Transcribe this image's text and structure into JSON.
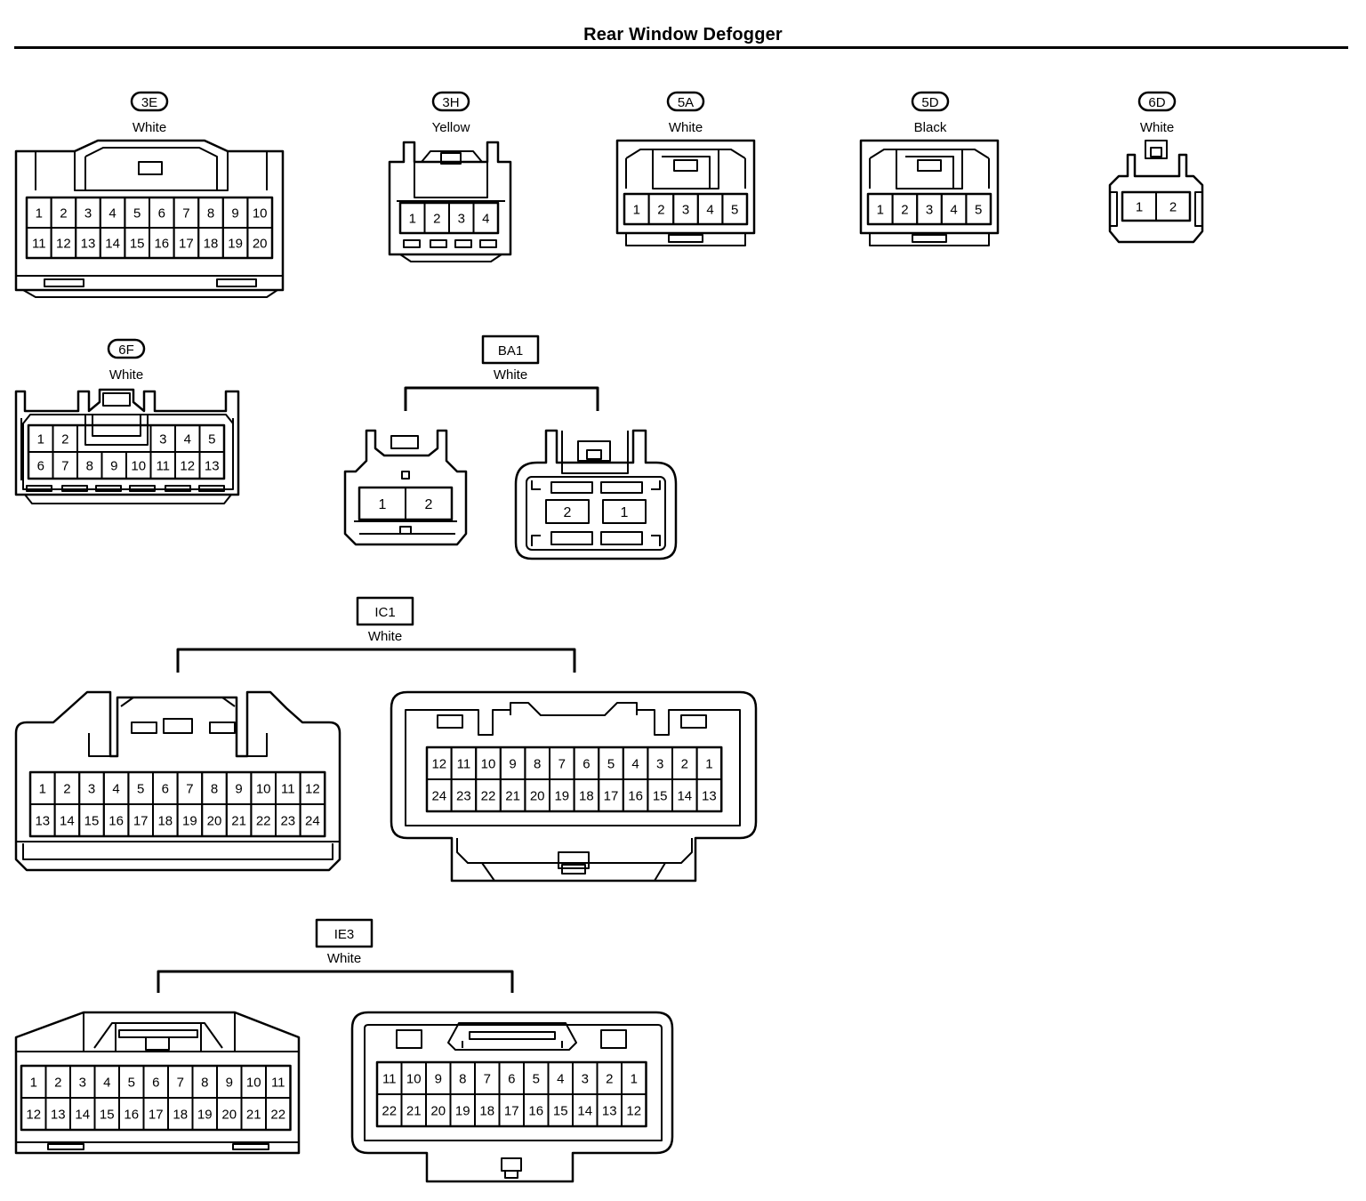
{
  "title": "Rear Window Defogger",
  "connectors": [
    {
      "id": "3E",
      "color": "White",
      "label_style": "oval",
      "views": [
        {
          "rows": [
            [
              "1",
              "2",
              "3",
              "4",
              "5",
              "6",
              "7",
              "8",
              "9",
              "10"
            ],
            [
              "11",
              "12",
              "13",
              "14",
              "15",
              "16",
              "17",
              "18",
              "19",
              "20"
            ]
          ]
        }
      ]
    },
    {
      "id": "3H",
      "color": "Yellow",
      "label_style": "oval",
      "views": [
        {
          "rows": [
            [
              "1",
              "2",
              "3",
              "4"
            ]
          ]
        }
      ]
    },
    {
      "id": "5A",
      "color": "White",
      "label_style": "oval",
      "views": [
        {
          "rows": [
            [
              "1",
              "2",
              "3",
              "4",
              "5"
            ]
          ]
        }
      ]
    },
    {
      "id": "5D",
      "color": "Black",
      "label_style": "oval",
      "views": [
        {
          "rows": [
            [
              "1",
              "2",
              "3",
              "4",
              "5"
            ]
          ]
        }
      ]
    },
    {
      "id": "6D",
      "color": "White",
      "label_style": "oval",
      "views": [
        {
          "rows": [
            [
              "1",
              "2"
            ]
          ]
        }
      ]
    },
    {
      "id": "6F",
      "color": "White",
      "label_style": "oval",
      "views": [
        {
          "rows": [
            [
              "1",
              "2",
              "",
              "",
              "",
              "3",
              "4",
              "5"
            ],
            [
              "6",
              "7",
              "8",
              "9",
              "10",
              "11",
              "12",
              "13"
            ]
          ]
        }
      ]
    },
    {
      "id": "BA1",
      "color": "White",
      "label_style": "box",
      "views": [
        {
          "rows": [
            [
              "1",
              "2"
            ]
          ]
        },
        {
          "rows": [
            [
              "2",
              "1"
            ]
          ]
        }
      ]
    },
    {
      "id": "IC1",
      "color": "White",
      "label_style": "box",
      "views": [
        {
          "rows": [
            [
              "1",
              "2",
              "3",
              "4",
              "5",
              "6",
              "7",
              "8",
              "9",
              "10",
              "11",
              "12"
            ],
            [
              "13",
              "14",
              "15",
              "16",
              "17",
              "18",
              "19",
              "20",
              "21",
              "22",
              "23",
              "24"
            ]
          ]
        },
        {
          "rows": [
            [
              "12",
              "11",
              "10",
              "9",
              "8",
              "7",
              "6",
              "5",
              "4",
              "3",
              "2",
              "1"
            ],
            [
              "24",
              "23",
              "22",
              "21",
              "20",
              "19",
              "18",
              "17",
              "16",
              "15",
              "14",
              "13"
            ]
          ]
        }
      ]
    },
    {
      "id": "IE3",
      "color": "White",
      "label_style": "box",
      "views": [
        {
          "rows": [
            [
              "1",
              "2",
              "3",
              "4",
              "5",
              "6",
              "7",
              "8",
              "9",
              "10",
              "11"
            ],
            [
              "12",
              "13",
              "14",
              "15",
              "16",
              "17",
              "18",
              "19",
              "20",
              "21",
              "22"
            ]
          ]
        },
        {
          "rows": [
            [
              "11",
              "10",
              "9",
              "8",
              "7",
              "6",
              "5",
              "4",
              "3",
              "2",
              "1"
            ],
            [
              "22",
              "21",
              "20",
              "19",
              "18",
              "17",
              "16",
              "15",
              "14",
              "13",
              "12"
            ]
          ]
        }
      ]
    }
  ]
}
